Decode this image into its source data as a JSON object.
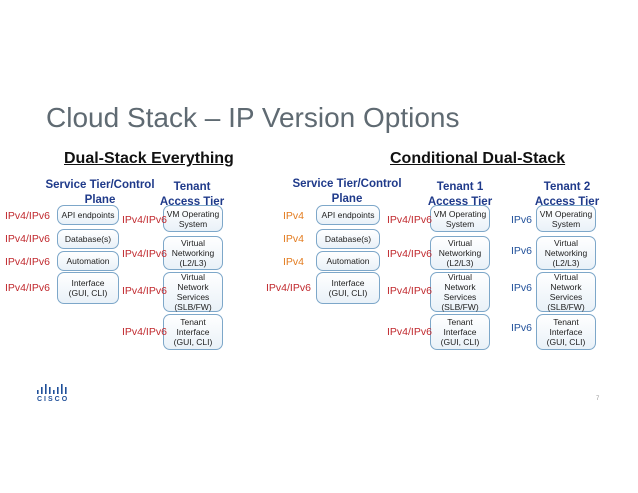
{
  "title": "Cloud Stack – IP Version Options",
  "dual_stack": {
    "heading": "Dual-Stack Everything",
    "service_tier_header": "Service Tier/Control\nPlane",
    "tenant_header": "Tenant\nAccess Tier",
    "service_boxes": [
      "API endpoints",
      "Database(s)",
      "Automation",
      "Interface\n(GUI, CLI)"
    ],
    "service_labels": [
      "IPv4/IPv6",
      "IPv4/IPv6",
      "IPv4/IPv6",
      "IPv4/IPv6"
    ],
    "tenant_boxes": [
      "VM Operating\nSystem",
      "Virtual\nNetworking\n(L2/L3)",
      "Virtual\nNetwork\nServices\n(SLB/FW)",
      "Tenant\nInterface\n(GUI, CLI)"
    ],
    "tenant_labels": [
      "IPv4/IPv6",
      "IPv4/IPv6",
      "IPv4/IPv6",
      "IPv4/IPv6"
    ]
  },
  "conditional": {
    "heading": "Conditional Dual-Stack",
    "service_tier_header": "Service Tier/Control\nPlane",
    "tenant1_header": "Tenant 1\nAccess Tier",
    "tenant2_header": "Tenant 2\nAccess Tier",
    "service_boxes": [
      "API endpoints",
      "Database(s)",
      "Automation",
      "Interface\n(GUI, CLI)"
    ],
    "service_labels": [
      "IPv4",
      "IPv4",
      "IPv4",
      "IPv4/IPv6"
    ],
    "tenant1_boxes": [
      "VM Operating\nSystem",
      "Virtual\nNetworking\n(L2/L3)",
      "Virtual\nNetwork\nServices\n(SLB/FW)",
      "Tenant\nInterface\n(GUI, CLI)"
    ],
    "tenant1_labels": [
      "IPv4/IPv6",
      "IPv4/IPv6",
      "IPv4/IPv6",
      "IPv4/IPv6"
    ],
    "tenant2_boxes": [
      "VM Operating\nSystem",
      "Virtual\nNetworking\n(L2/L3)",
      "Virtual\nNetwork\nServices\n(SLB/FW)",
      "Tenant\nInterface\n(GUI, CLI)"
    ],
    "tenant2_labels": [
      "IPv6",
      "IPv6",
      "IPv6",
      "IPv6"
    ]
  },
  "colors": {
    "ipv4v6": "#c0282d",
    "ipv4": "#e37b1e",
    "ipv6": "#1f4f99",
    "header": "#1f3a8a"
  },
  "logo": {
    "text": "CISCO",
    "icon": "cisco-bars-icon"
  },
  "page_number": "7"
}
